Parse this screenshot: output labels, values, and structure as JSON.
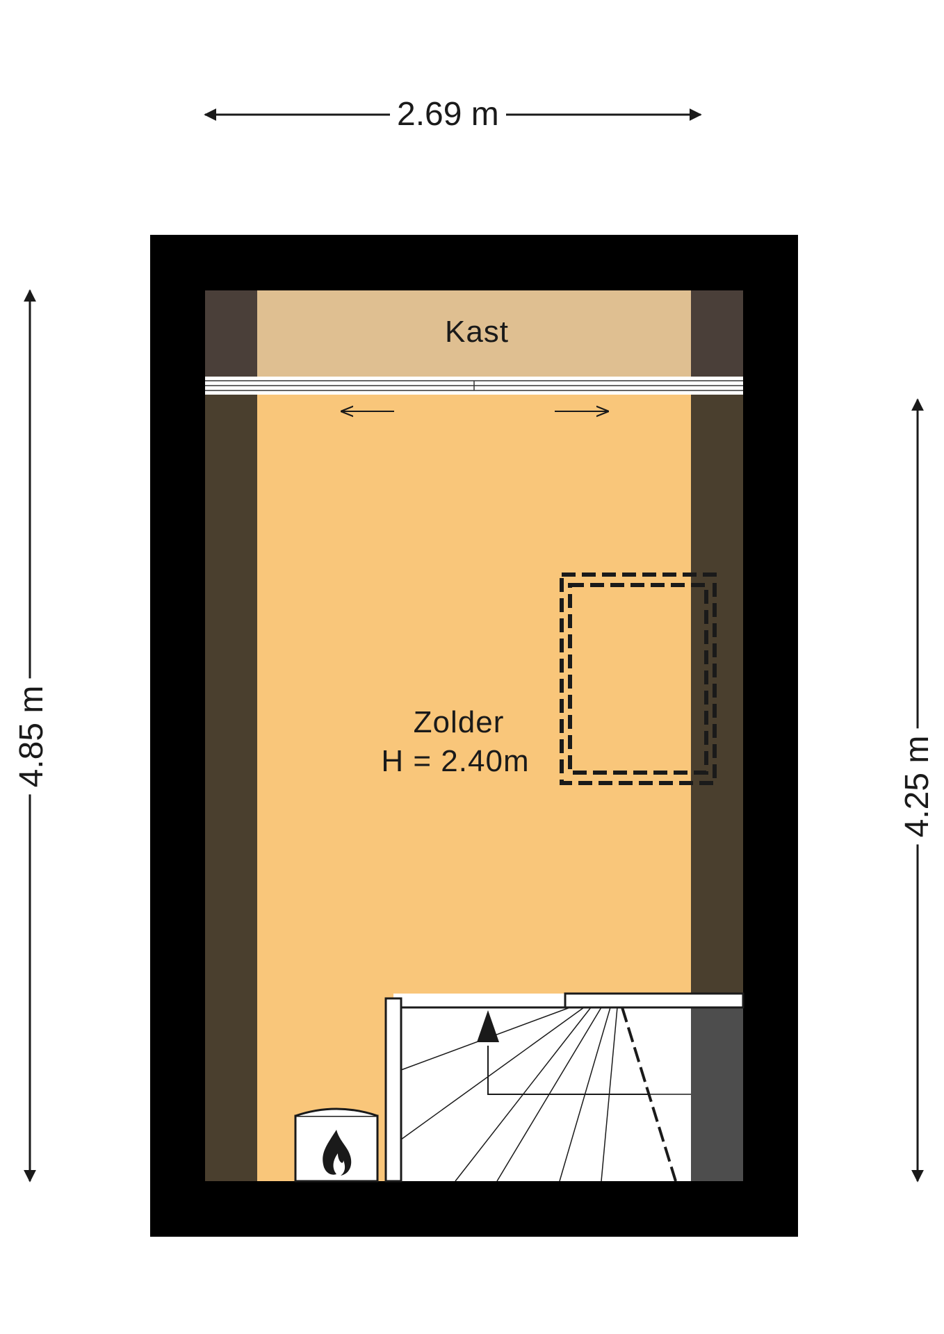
{
  "dimensions": {
    "top_width": "2.69 m",
    "left_height": "4.85 m",
    "right_height": "4.25 m"
  },
  "rooms": {
    "kast": {
      "name": "Kast"
    },
    "zolder": {
      "name": "Zolder",
      "height": "H = 2.40m"
    }
  },
  "icons": {
    "fire": "boiler-flame-icon",
    "hatch": "roof-hatch-icon",
    "stairs": "staircase-icon"
  },
  "colors": {
    "wall": "#000000",
    "floor": "#f9c67a",
    "closet": "#dfbf91",
    "slope_low": "#4a3f2e",
    "slope_dark": "#4a3f39",
    "stair_slope": "#4d4d4d"
  }
}
